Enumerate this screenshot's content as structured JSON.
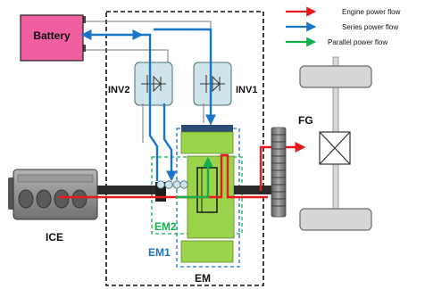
{
  "labels": {
    "battery": "Battery",
    "inv2": "INV2",
    "inv1": "INV1",
    "ice": "ICE",
    "fg": "FG",
    "em1": "EM1",
    "em2": "EM2",
    "em": "EM"
  },
  "legend": [
    {
      "label": "Engine power flow",
      "color": "#e8191c"
    },
    {
      "label": "Series power flow",
      "color": "#1a74c9"
    },
    {
      "label": "Parallel power flow",
      "color": "#13b04c"
    }
  ],
  "colors": {
    "battery_fill": "#f05fa0",
    "em_green": "#9ad44a",
    "em1_label": "#1a74c9",
    "em2_label": "#13b04c",
    "inverter_fill": "#cfe4ea",
    "engine_gray": "#8c8c8c",
    "gear_gray": "#7d7d7d"
  }
}
